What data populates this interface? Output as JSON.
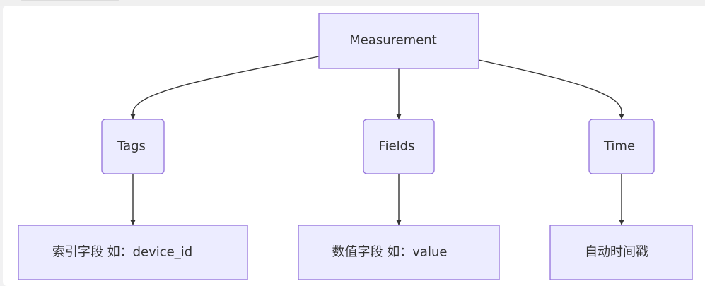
{
  "diagram": {
    "nodes": {
      "measurement": "Measurement",
      "tags": "Tags",
      "fields": "Fields",
      "time": "Time",
      "tags_desc": "索引字段 如：device_id",
      "fields_desc": "数值字段 如：value",
      "time_desc": "自动时间戳"
    },
    "edges": [
      [
        "measurement",
        "tags"
      ],
      [
        "measurement",
        "fields"
      ],
      [
        "measurement",
        "time"
      ],
      [
        "tags",
        "tags_desc"
      ],
      [
        "fields",
        "fields_desc"
      ],
      [
        "time",
        "time_desc"
      ]
    ],
    "colors": {
      "node_fill": "#ececff",
      "node_stroke": "#9370db",
      "edge": "#333333",
      "text": "#333333"
    }
  }
}
